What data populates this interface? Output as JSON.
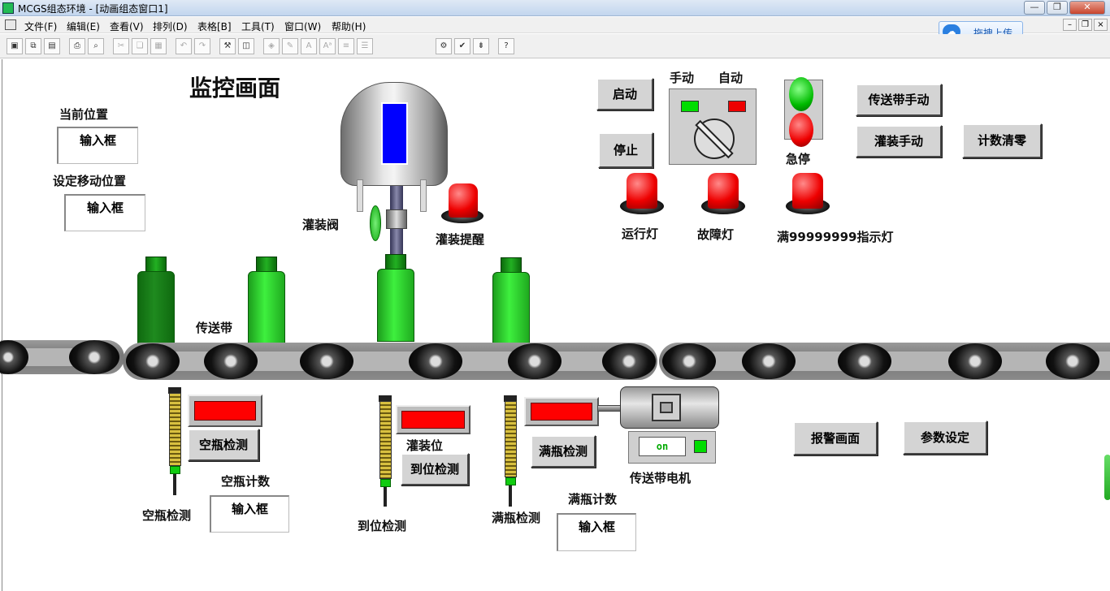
{
  "window": {
    "title": "MCGS组态环境 - [动画组态窗口1]",
    "min_label": "—",
    "max_label": "❐",
    "close_label": "✕"
  },
  "menu": {
    "items": [
      "文件(F)",
      "编辑(E)",
      "查看(V)",
      "排列(D)",
      "表格[B]",
      "工具(T)",
      "窗口(W)",
      "帮助(H)"
    ],
    "mdi_min": "–",
    "mdi_restore": "❐",
    "mdi_close": "×"
  },
  "upload": {
    "label": "拖拽上传",
    "icon": "cloud-icon"
  },
  "canvas": {
    "title": "监控画面",
    "current_pos_label": "当前位置",
    "current_pos_value": "输入框",
    "set_pos_label": "设定移动位置",
    "set_pos_value": "输入框",
    "valve_label": "灌装阀",
    "fill_remind_label": "灌装提醒",
    "conveyor_label": "传送带",
    "start_button": "启动",
    "stop_button": "停止",
    "manual_label": "手动",
    "auto_label": "自动",
    "estop_label": "急停",
    "conveyor_manual_button": "传送带手动",
    "fill_manual_button": "灌装手动",
    "count_reset_button": "计数清零",
    "run_lamp_label": "运行灯",
    "fault_lamp_label": "故障灯",
    "full_lamp_label": "满99999999指示灯",
    "empty_detect_button": "空瓶检测",
    "empty_count_label": "空瓶计数",
    "empty_count_value": "输入框",
    "empty_sensor_label": "空瓶检测",
    "fill_pos_label": "灌装位",
    "arrive_detect_button": "到位检测",
    "arrive_sensor_label": "到位检测",
    "full_detect_button": "满瓶检测",
    "full_sensor_label": "满瓶检测",
    "full_count_label": "满瓶计数",
    "full_count_value": "输入框",
    "motor_label": "传送带电机",
    "motor_on_text": "on",
    "alarm_button": "报警画面",
    "param_button": "参数设定"
  }
}
